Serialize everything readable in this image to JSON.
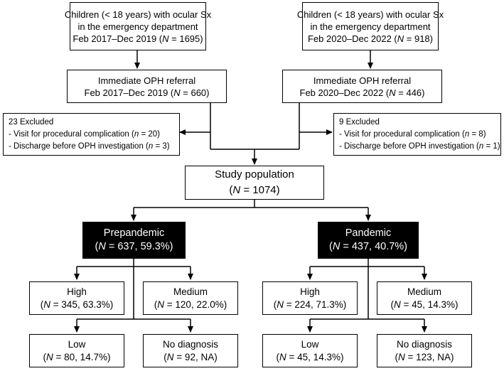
{
  "top_left": {
    "line1": "Children (< 18 years) with ocular Sx",
    "line2": "in the emergency department",
    "line3_pre": "Feb 2017–Dec 2019 (",
    "n_sym": "N",
    "line3_post": " = 1695)"
  },
  "top_right": {
    "line1": "Children (< 18 years) with ocular Sx",
    "line2": "in the emergency department",
    "line3_pre": "Feb 2020–Dec 2022 (",
    "n_sym": "N",
    "line3_post": " = 918)"
  },
  "ref_left": {
    "line1": "Immediate OPH referral",
    "line2_pre": "Feb 2017–Dec 2019 (",
    "n_sym": "N",
    "line2_post": " = 660)"
  },
  "ref_right": {
    "line1": "Immediate OPH referral",
    "line2_pre": "Feb 2020–Dec 2022 (",
    "n_sym": "N",
    "line2_post": " = 446)"
  },
  "excl_left": {
    "title": "23 Excluded",
    "item1_pre": "- Visit for procedural complication (",
    "item1_n": "n",
    "item1_post": " = 20)",
    "item2_pre": "- Discharge before OPH investigation (",
    "item2_n": "n",
    "item2_post": " = 3)"
  },
  "excl_right": {
    "title": "9 Excluded",
    "item1_pre": "- Visit for procedural complication (",
    "item1_n": "n",
    "item1_post": " = 8)",
    "item2_pre": "- Discharge before OPH investigation (",
    "item2_n": "n",
    "item2_post": " = 1)"
  },
  "study": {
    "line1": "Study population",
    "line2_pre": "(",
    "n_sym": "N",
    "line2_post": " = 1074)"
  },
  "prepandemic": {
    "title": "Prepandemic",
    "pre": "(",
    "n_sym": "N",
    "post": " = 637, 59.3%)"
  },
  "pandemic": {
    "title": "Pandemic",
    "pre": "(",
    "n_sym": "N",
    "post": " = 437, 40.7%)"
  },
  "outcomes_left": [
    {
      "label": "High",
      "pre": "(",
      "n_sym": "N",
      "post": " = 345, 63.3%)"
    },
    {
      "label": "Medium",
      "pre": "(",
      "n_sym": "N",
      "post": " = 120, 22.0%)"
    },
    {
      "label": "Low",
      "pre": "(",
      "n_sym": "N",
      "post": " = 80, 14.7%)"
    },
    {
      "label": "No diagnosis",
      "pre": "(",
      "n_sym": "N",
      "post": " = 92, NA)"
    }
  ],
  "outcomes_right": [
    {
      "label": "High",
      "pre": "(",
      "n_sym": "N",
      "post": " = 224, 71.3%)"
    },
    {
      "label": "Medium",
      "pre": "(",
      "n_sym": "N",
      "post": " = 45, 14.3%)"
    },
    {
      "label": "Low",
      "pre": "(",
      "n_sym": "N",
      "post": " = 45, 14.3%)"
    },
    {
      "label": "No diagnosis",
      "pre": "(",
      "n_sym": "N",
      "post": " = 123, NA)"
    }
  ]
}
